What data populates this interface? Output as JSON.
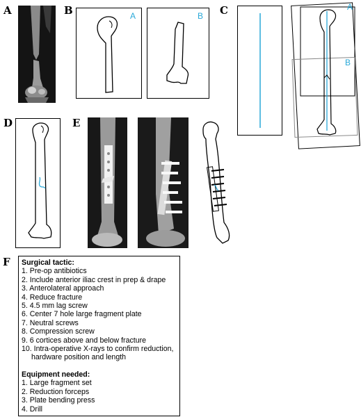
{
  "panels": {
    "a": "A",
    "b": "B",
    "c": "C",
    "d": "D",
    "e": "E",
    "f": "F"
  },
  "tags": {
    "b_left": "A",
    "b_right": "B",
    "c_top": "A",
    "c_bottom": "B"
  },
  "colors": {
    "accent": "#29a8d8",
    "line": "#000000"
  },
  "surgical_tactic": {
    "heading": "Surgical tactic:",
    "steps": [
      "1. Pre-op antibiotics",
      "2. Include anterior iliac crest in prep & drape",
      "3. Anterolateral approach",
      "4. Reduce fracture",
      "5. 4.5 mm lag screw",
      "6. Center 7 hole large fragment plate",
      "7. Neutral screws",
      "8. Compression screw",
      "9. 6 cortices above and below fracture",
      "10. Intra-operative X-rays to confirm reduction,"
    ],
    "step10_cont": "hardware position and length"
  },
  "equipment": {
    "heading": "Equipment needed:",
    "items": [
      "1. Large fragment set",
      "2. Reduction forceps",
      "3. Plate bending press",
      "4. Drill"
    ]
  }
}
